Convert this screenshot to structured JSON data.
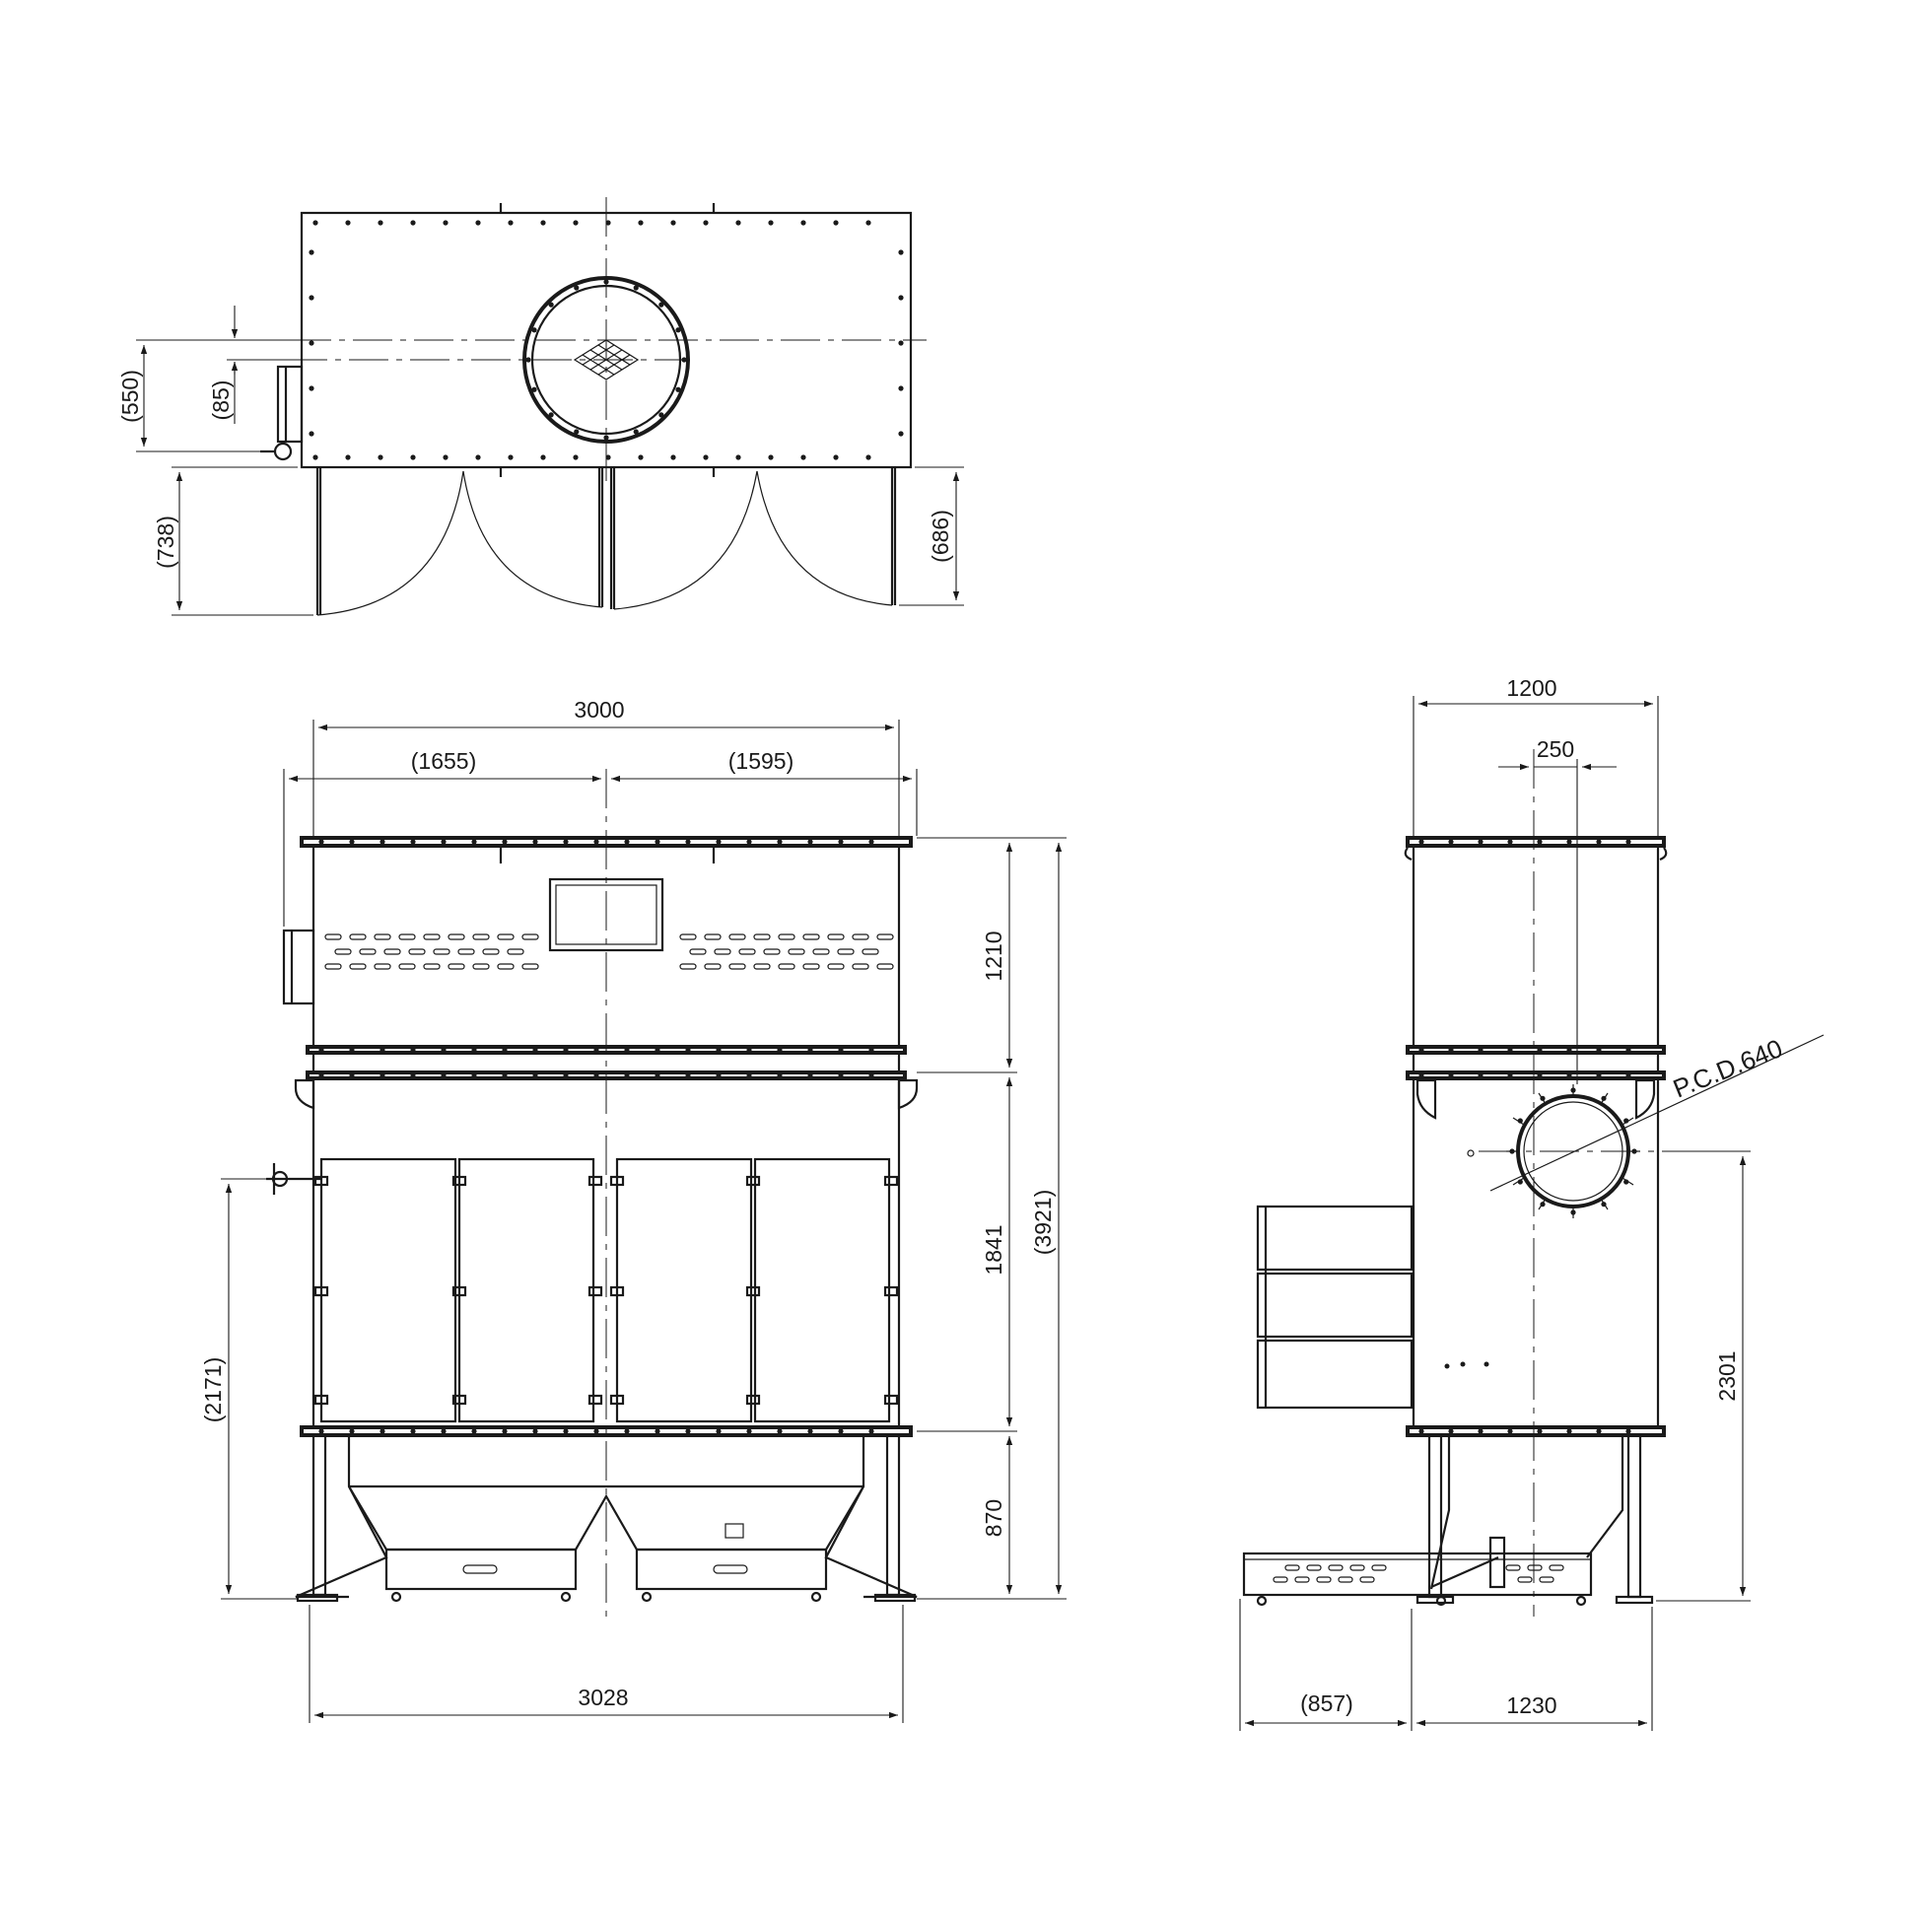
{
  "plan_view": {
    "dims": {
      "d550": "(550)",
      "d85": "(85)",
      "d738": "(738)",
      "d686": "(686)"
    }
  },
  "front_view": {
    "dims": {
      "d3000": "3000",
      "d1655": "(1655)",
      "d1595": "(1595)",
      "d1210": "1210",
      "d1841": "1841",
      "d3921": "(3921)",
      "d870": "870",
      "d2171": "(2171)",
      "d3028": "3028"
    }
  },
  "side_view": {
    "dims": {
      "d1200": "1200",
      "d250": "250",
      "pcd": "P.C.D.640",
      "d2301": "2301",
      "d857": "(857)",
      "d1230": "1230"
    }
  }
}
